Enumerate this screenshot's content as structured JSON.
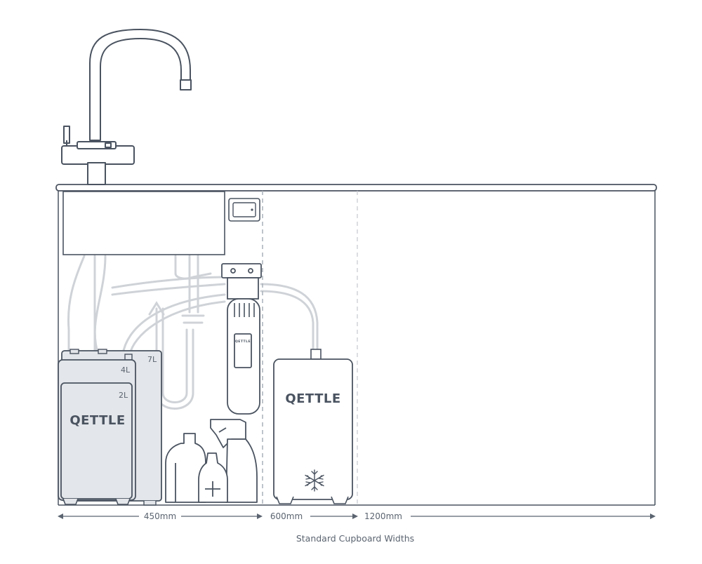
{
  "tank_labels": {
    "large": "7L",
    "medium": "4L",
    "small": "2L"
  },
  "brand": {
    "tank_logo": "QETTLE",
    "chiller_logo": "QETTLE",
    "filter_logo": "QETTLE"
  },
  "dimensions": {
    "width_450": "450mm",
    "width_600": "600mm",
    "width_1200": "1200mm"
  },
  "caption": "Standard Cupboard Widths",
  "icons": [
    "tap-icon",
    "snowflake-icon",
    "filter-cartridge-icon",
    "bottle-icon",
    "spray-bottle-icon"
  ],
  "colors": {
    "line": "#4a5360",
    "pipe": "#cfd3d8",
    "tank_fill": "#e3e6ea",
    "dashed": "#a9b0b8"
  }
}
